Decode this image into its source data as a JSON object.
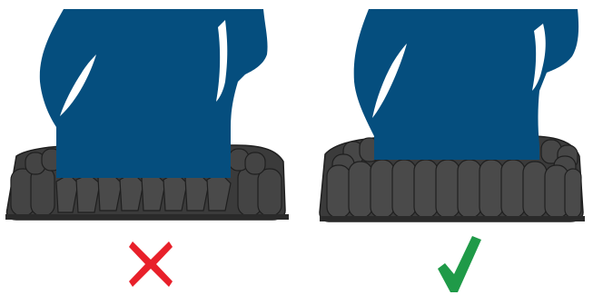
{
  "colors": {
    "figure": "#054e7e",
    "cushion_dark": "#3b3b3b",
    "cushion_outline": "#1f1f1f",
    "wrong_mark": "#e8202a",
    "right_mark": "#1f9a48"
  },
  "panels": [
    {
      "id": "wrong",
      "result": "incorrect",
      "icon": "cross-icon",
      "cushion_state": "bottomed-out"
    },
    {
      "id": "right",
      "result": "correct",
      "icon": "check-icon",
      "cushion_state": "properly-inflated"
    }
  ]
}
